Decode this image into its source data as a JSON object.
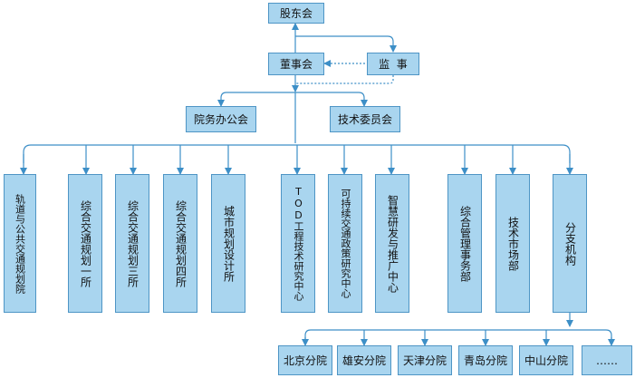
{
  "nodes": {
    "shareholders": "股东会",
    "board": "董事会",
    "supervisor": "监  事",
    "office": "院务办公会",
    "tech_committee": "技术委员会"
  },
  "departments": [
    "轨道与公共交通规划院",
    "综合交通规划一所",
    "综合交通规划三所",
    "综合交通规划四所",
    "城市规划设计所",
    "TOD工程技术研究中心",
    "可持续交通政策研究中心",
    "智慧研发与推广中心",
    "综合管理事务部",
    "技术市场部",
    "分支机构"
  ],
  "branches": [
    "北京分院",
    "雄安分院",
    "天津分院",
    "青岛分院",
    "中山分院",
    "……"
  ],
  "colors": {
    "box_fill": "#a9d5ef",
    "box_border": "#4e95c5",
    "line": "#3d8fc7"
  }
}
